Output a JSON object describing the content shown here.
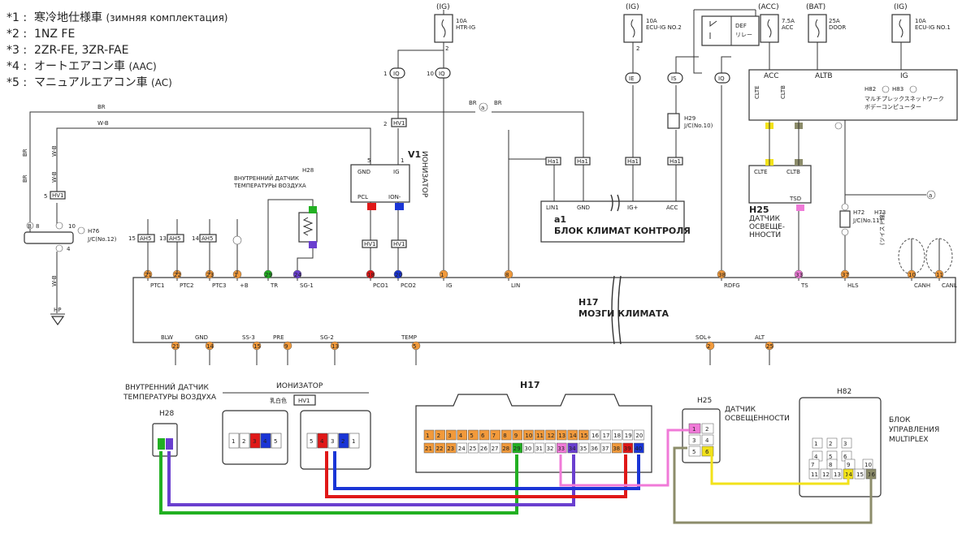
{
  "legend": [
    {
      "key": "*1 :",
      "text": "寒冷地仕様車",
      "note": "(зимняя комплектация)"
    },
    {
      "key": "*2 :",
      "text": "1NZ FE",
      "note": ""
    },
    {
      "key": "*3 :",
      "text": "2ZR-FE, 3ZR-FAE",
      "note": ""
    },
    {
      "key": "*4 :",
      "text": "オートエアコン車",
      "note": "(AAC)"
    },
    {
      "key": "*5 :",
      "text": "マニュアルエアコン車",
      "note": "(AC)"
    }
  ],
  "fuses": [
    {
      "ig": "(IG)",
      "amp": "10A",
      "name": "HTR-IG"
    },
    {
      "ig": "(IG)",
      "amp": "10A",
      "name": "ECU-IG NO.2"
    },
    {
      "ig": "(ACC)",
      "amp": "7.5A",
      "name": "ACC"
    },
    {
      "ig": "(BAT)",
      "amp": "25A",
      "name": "DOOR"
    },
    {
      "ig": "(IG)",
      "amp": "10A",
      "name": "ECU-IG NO.1"
    }
  ],
  "relay": {
    "l1": "DEF",
    "l2": "リレー"
  },
  "labels": {
    "h28_title_1": "H28",
    "h28_title_2": "ВНУТРЕННИЙ ДАТЧИК",
    "h28_title_3": "ТЕМПЕРАТУРЫ ВОЗДУХА",
    "v1": "V1",
    "ionizer_vertical": "ИОНИЗАТОР",
    "a1": "a1",
    "a1_name": "БЛОК КЛИМАТ КОНТРОЛЯ",
    "h25": "H25",
    "h25_name_1": "ДАТЧИК",
    "h25_name_2": "ОСВЕЩЕ-",
    "h25_name_3": "ННОСТИ",
    "h17": "H17",
    "h17_name": "МОЗГИ КЛИМАТА",
    "h82": "H82",
    "h83": "H83",
    "multiplex_jp_1": "マルチプレックスネットワーク",
    "multiplex_jp_2": "ボデーコンピューター",
    "h29": "H29",
    "h29_jc": "J/C(No.10)",
    "h76": "H76",
    "h72": "H72",
    "h73": "H73",
    "jc12": "J/C(No.12)",
    "jc11": "J/C(No.11)",
    "hp": "HP",
    "twist": "(ツイスト線)",
    "gnd": "GND",
    "ig": "IG",
    "pcl": "PCL",
    "ion": "ION-",
    "lin1": "LIN1",
    "igp": "IG+",
    "acc": "ACC",
    "clte": "CLTE",
    "cltb": "CLTB",
    "tsd": "TSD",
    "altb": "ALTB",
    "acc_top": "ACC",
    "ig_top": "IG",
    "br_w": "BR",
    "wb": "W-B"
  },
  "h17_pins": {
    "top": [
      "PTC1",
      "PTC2",
      "PTC3",
      "+B",
      "TR",
      "SG-1",
      "PCO1",
      "PCO2",
      "IG",
      "LIN",
      "RDFG",
      "TS",
      "HLS",
      "CANH",
      "CANL"
    ],
    "bottom": [
      "BLW",
      "GND",
      "SS-3",
      "PRE",
      "SG-2",
      "TEMP",
      "SOL+",
      "ALT"
    ],
    "top_nums": [
      "21",
      "22",
      "23",
      "1",
      "29",
      "24",
      "18",
      "20",
      "1",
      "8",
      "38",
      "33",
      "37",
      "10",
      "11"
    ],
    "bottom_nums": [
      "21",
      "14",
      "15",
      "9",
      "13",
      "5",
      "2",
      "25"
    ]
  },
  "bottom_section": {
    "h28_label_1": "ВНУТРЕННИЙ ДАТЧИК",
    "h28_label_2": "ТЕМПЕРАТУРЫ ВОЗДУХА",
    "h28": "H28",
    "ionizer": "ИОНИЗАТОР",
    "ionizer_jp": "乳白色",
    "hv1": "HV1",
    "h17": "H17",
    "h25": "H25",
    "h25_label_1": "ДАТЧИК",
    "h25_label_2": "ОСВЕЩЕННОСТИ",
    "h82": "H82",
    "mp_1": "БЛОК",
    "mp_2": "УПРАВЛЕНИЯ",
    "mp_3": "MULTIPLEX"
  },
  "connector_pins": {
    "h17_row1": [
      "1",
      "2",
      "3",
      "4",
      "5",
      "6",
      "7",
      "8",
      "9",
      "10",
      "11",
      "12",
      "13",
      "14",
      "15",
      "16",
      "17",
      "18",
      "19",
      "20"
    ],
    "h17_row2": [
      "21",
      "22",
      "23",
      "24",
      "25",
      "26",
      "27",
      "28",
      "29",
      "30",
      "31",
      "32",
      "33",
      "34",
      "35",
      "36",
      "37",
      "38",
      "39",
      "40"
    ],
    "ionizer_a": [
      "1",
      "2",
      "3",
      "4",
      "5"
    ],
    "ionizer_b": [
      "5",
      "4",
      "3",
      "2",
      "1"
    ],
    "h82_row1": [
      "1",
      "2",
      "3",
      "4",
      "5",
      "6",
      "7",
      "8",
      "9",
      "10",
      "11",
      "12",
      "13",
      "14",
      "15",
      "16"
    ],
    "h25_pins": [
      "1",
      "2",
      "3",
      "4",
      "5",
      "6"
    ]
  },
  "colors": {
    "orange": "#f29a3b",
    "red": "#e01818",
    "blue": "#1a35d6",
    "green": "#22b022",
    "purple": "#6a3fcf",
    "pink": "#f07ad8",
    "yellow": "#f2e21a",
    "olive": "#8c8c6a",
    "wire": "#333333"
  }
}
